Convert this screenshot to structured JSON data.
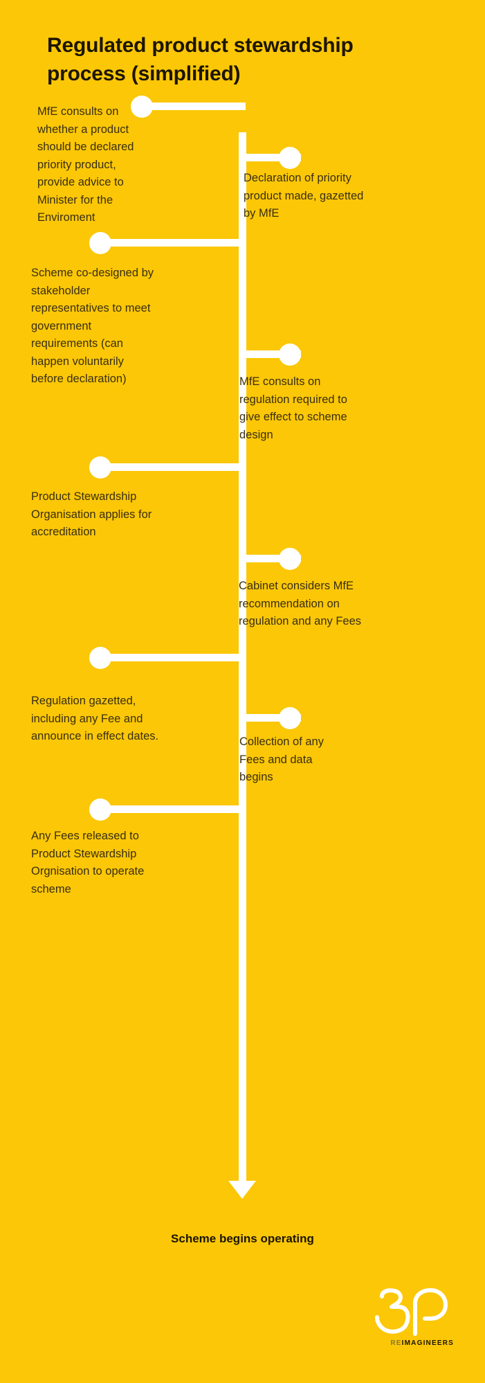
{
  "header": {
    "title": "Regulated product stewardship process (simplified)"
  },
  "theme": {
    "background": "#FBC707",
    "line": "#FFFFFF",
    "text": "#3A2F12",
    "heading": "#1D1500"
  },
  "flow": {
    "steps": [
      {
        "id": "step-1",
        "side": "left",
        "text": "MfE consults on whether a product should be declared priority product, provide advice to Minister for the Enviroment"
      },
      {
        "id": "step-2",
        "side": "right",
        "text": "Declaration of priority product made, gazetted by MfE"
      },
      {
        "id": "step-3",
        "side": "left",
        "text": "Scheme co-designed by stakeholder representatives to meet government requirements (can happen voluntarily before declaration)"
      },
      {
        "id": "step-4",
        "side": "right",
        "text": "MfE consults on regulation required to give effect to scheme design"
      },
      {
        "id": "step-5",
        "side": "left",
        "text": "Product Stewardship Organisation applies for accreditation"
      },
      {
        "id": "step-6",
        "side": "right",
        "text": "Cabinet considers MfE recommendation on regulation and any Fees"
      },
      {
        "id": "step-7",
        "side": "left",
        "text": "Regulation gazetted, including any Fee and announce in effect dates."
      },
      {
        "id": "step-8",
        "side": "right",
        "text": "Collection of any Fees and data begins"
      },
      {
        "id": "step-9",
        "side": "left",
        "text": "Any Fees released to Product Stewardship Orgnisation to operate scheme"
      }
    ],
    "outcome": "Scheme begins operating"
  },
  "logo": {
    "mark": "3R",
    "wordmark_prefix": "RE",
    "wordmark_suffix": "IMAGINEERS"
  }
}
